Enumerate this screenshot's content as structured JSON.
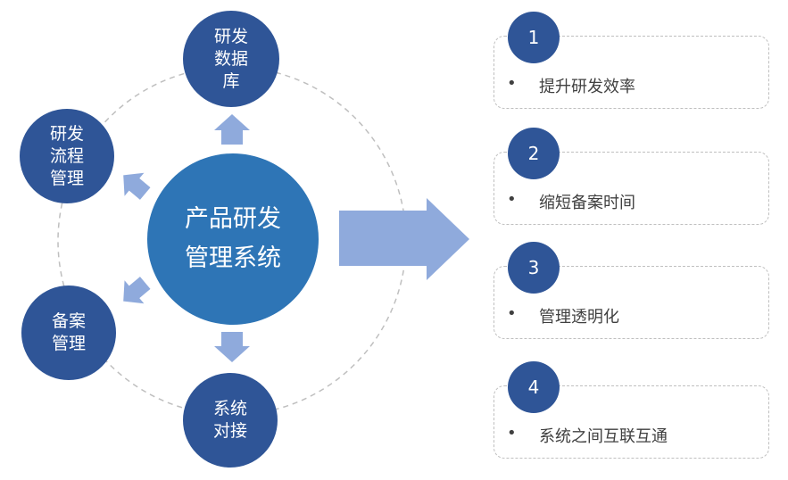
{
  "center": {
    "label": "产品研发\n管理系统"
  },
  "nodes": [
    {
      "label": "研发\n数据\n库"
    },
    {
      "label": "研发\n流程\n管理"
    },
    {
      "label": "备案\n管理"
    },
    {
      "label": "系统\n对接"
    }
  ],
  "benefits": [
    {
      "number": "1",
      "text": "提升研发效率"
    },
    {
      "number": "2",
      "text": "缩短备案时间"
    },
    {
      "number": "3",
      "text": "管理透明化"
    },
    {
      "number": "4",
      "text": "系统之间互联互通"
    }
  ],
  "bullet": "•",
  "colors": {
    "center": "#2e75b6",
    "node": "#2f5597",
    "arrow": "#8faadc"
  }
}
